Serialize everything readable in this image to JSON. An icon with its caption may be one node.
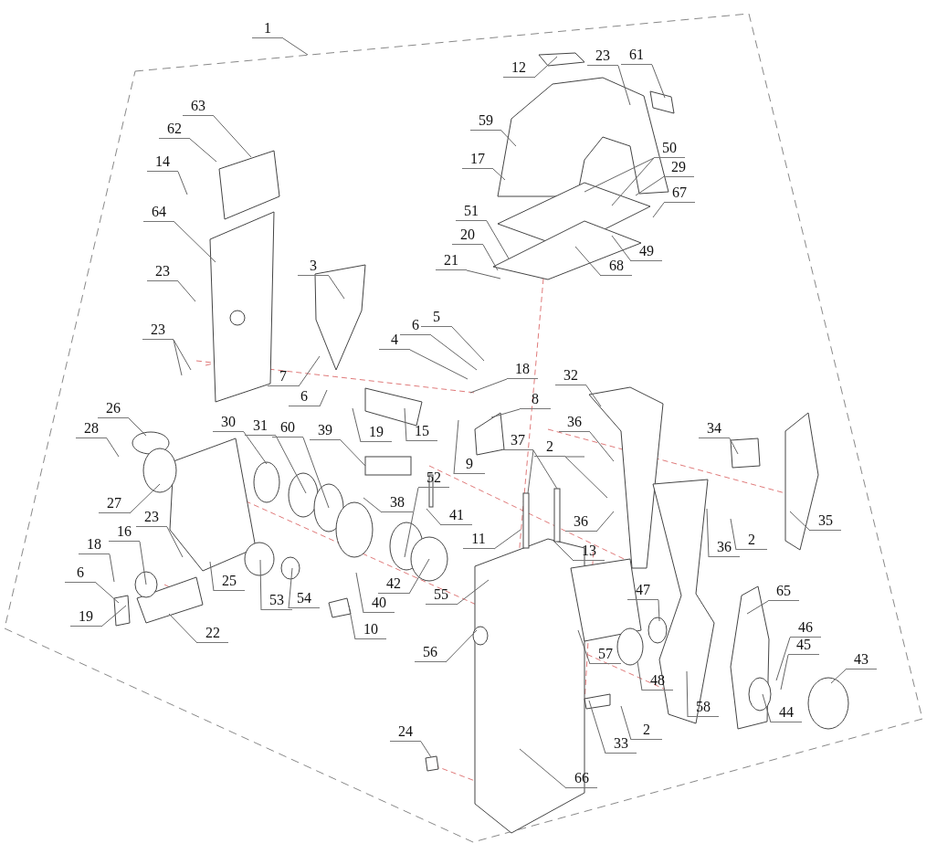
{
  "diagram": {
    "nodes": [
      {
        "text": [
          "1"
        ]
      },
      {
        "text": [
          "23"
        ]
      },
      {
        "text": [
          "61"
        ]
      },
      {
        "text": [
          "12"
        ]
      },
      {
        "text": [
          "63"
        ]
      },
      {
        "text": [
          "59"
        ]
      },
      {
        "text": [
          "62"
        ]
      },
      {
        "text": [
          "50"
        ]
      },
      {
        "text": [
          "17"
        ]
      },
      {
        "text": [
          "14"
        ]
      },
      {
        "text": [
          "29"
        ]
      },
      {
        "text": [
          "67"
        ]
      },
      {
        "text": [
          "51"
        ]
      },
      {
        "text": [
          "64"
        ]
      },
      {
        "text": [
          "20"
        ]
      },
      {
        "text": [
          "49"
        ]
      },
      {
        "text": [
          "21"
        ]
      },
      {
        "text": [
          "3"
        ]
      },
      {
        "text": [
          "68"
        ]
      },
      {
        "text": [
          "23"
        ]
      },
      {
        "text": [
          "5"
        ]
      },
      {
        "text": [
          "6"
        ]
      },
      {
        "text": [
          "23"
        ]
      },
      {
        "text": [
          "4"
        ]
      },
      {
        "text": [
          "18"
        ]
      },
      {
        "text": [
          "32"
        ]
      },
      {
        "text": [
          "7"
        ]
      },
      {
        "text": [
          "6"
        ]
      },
      {
        "text": [
          "8"
        ]
      },
      {
        "text": [
          "26"
        ]
      },
      {
        "text": [
          "30"
        ]
      },
      {
        "text": [
          "36"
        ]
      },
      {
        "text": [
          "31"
        ]
      },
      {
        "text": [
          "60"
        ]
      },
      {
        "text": [
          "34"
        ]
      },
      {
        "text": [
          "28"
        ]
      },
      {
        "text": [
          "39"
        ]
      },
      {
        "text": [
          "19"
        ]
      },
      {
        "text": [
          "15"
        ]
      },
      {
        "text": [
          "37"
        ]
      },
      {
        "text": [
          "2"
        ]
      },
      {
        "text": [
          "9"
        ]
      },
      {
        "text": [
          "52"
        ]
      },
      {
        "text": [
          "38"
        ]
      },
      {
        "text": [
          "27"
        ]
      },
      {
        "text": [
          "41"
        ]
      },
      {
        "text": [
          "23"
        ]
      },
      {
        "text": [
          "35"
        ]
      },
      {
        "text": [
          "36"
        ]
      },
      {
        "text": [
          "16"
        ]
      },
      {
        "text": [
          "11"
        ]
      },
      {
        "text": [
          "2"
        ]
      },
      {
        "text": [
          "18"
        ]
      },
      {
        "text": [
          "36"
        ]
      },
      {
        "text": [
          "13"
        ]
      },
      {
        "text": [
          "6"
        ]
      },
      {
        "text": [
          "25"
        ]
      },
      {
        "text": [
          "42"
        ]
      },
      {
        "text": [
          "65"
        ]
      },
      {
        "text": [
          "47"
        ]
      },
      {
        "text": [
          "55"
        ]
      },
      {
        "text": [
          "53"
        ]
      },
      {
        "text": [
          "54"
        ]
      },
      {
        "text": [
          "40"
        ]
      },
      {
        "text": [
          "19"
        ]
      },
      {
        "text": [
          "46"
        ]
      },
      {
        "text": [
          "10"
        ]
      },
      {
        "text": [
          "22"
        ]
      },
      {
        "text": [
          "45"
        ]
      },
      {
        "text": [
          "56"
        ]
      },
      {
        "text": [
          "57"
        ]
      },
      {
        "text": [
          "43"
        ]
      },
      {
        "text": [
          "48"
        ]
      },
      {
        "text": [
          "58"
        ]
      },
      {
        "text": [
          "44"
        ]
      },
      {
        "text": [
          "2"
        ]
      },
      {
        "text": [
          "24"
        ]
      },
      {
        "text": [
          "33"
        ]
      },
      {
        "text": [
          "66"
        ]
      }
    ],
    "edges": [
      {
        "from": 0,
        "to": null,
        "arrow": "none"
      },
      {
        "from": 1,
        "to": null,
        "arrow": "none"
      },
      {
        "from": 2,
        "to": null,
        "arrow": "none"
      },
      {
        "from": 3,
        "to": null,
        "arrow": "none"
      },
      {
        "from": 4,
        "to": null,
        "arrow": "none"
      },
      {
        "from": 5,
        "to": null,
        "arrow": "none"
      },
      {
        "from": 6,
        "to": null,
        "arrow": "none"
      },
      {
        "from": 7,
        "to": null,
        "arrow": "none"
      },
      {
        "from": 7,
        "to": null,
        "arrow": "none"
      },
      {
        "from": 8,
        "to": null,
        "arrow": "none"
      },
      {
        "from": 9,
        "to": null,
        "arrow": "none"
      },
      {
        "from": 10,
        "to": null,
        "arrow": "none"
      },
      {
        "from": 11,
        "to": null,
        "arrow": "none"
      },
      {
        "from": 12,
        "to": null,
        "arrow": "none"
      },
      {
        "from": 13,
        "to": null,
        "arrow": "none"
      },
      {
        "from": 14,
        "to": null,
        "arrow": "none"
      },
      {
        "from": 15,
        "to": null,
        "arrow": "none"
      },
      {
        "from": 16,
        "to": null,
        "arrow": "none"
      },
      {
        "from": 17,
        "to": null,
        "arrow": "none"
      },
      {
        "from": 18,
        "to": null,
        "arrow": "none"
      },
      {
        "from": 19,
        "to": null,
        "arrow": "none"
      },
      {
        "from": 20,
        "to": null,
        "arrow": "none"
      },
      {
        "from": 21,
        "to": null,
        "arrow": "none"
      },
      {
        "from": 22,
        "to": null,
        "arrow": "none"
      },
      {
        "from": 22,
        "to": null,
        "arrow": "none"
      },
      {
        "from": 23,
        "to": null,
        "arrow": "none"
      },
      {
        "from": 24,
        "to": null,
        "arrow": "none"
      },
      {
        "from": 25,
        "to": null,
        "arrow": "none"
      },
      {
        "from": 26,
        "to": null,
        "arrow": "none"
      },
      {
        "from": 27,
        "to": null,
        "arrow": "none"
      },
      {
        "from": 28,
        "to": null,
        "arrow": "none"
      },
      {
        "from": 29,
        "to": null,
        "arrow": "none"
      },
      {
        "from": 30,
        "to": null,
        "arrow": "none"
      },
      {
        "from": 31,
        "to": null,
        "arrow": "none"
      },
      {
        "from": 32,
        "to": null,
        "arrow": "none"
      },
      {
        "from": 33,
        "to": null,
        "arrow": "none"
      },
      {
        "from": 34,
        "to": null,
        "arrow": "none"
      },
      {
        "from": 35,
        "to": null,
        "arrow": "none"
      },
      {
        "from": 36,
        "to": null,
        "arrow": "none"
      },
      {
        "from": 37,
        "to": null,
        "arrow": "none"
      },
      {
        "from": 38,
        "to": null,
        "arrow": "none"
      },
      {
        "from": 39,
        "to": null,
        "arrow": "none"
      },
      {
        "from": 39,
        "to": null,
        "arrow": "none"
      },
      {
        "from": 40,
        "to": null,
        "arrow": "none"
      },
      {
        "from": 40,
        "to": null,
        "arrow": "none"
      },
      {
        "from": 41,
        "to": null,
        "arrow": "none"
      },
      {
        "from": 42,
        "to": null,
        "arrow": "none"
      },
      {
        "from": 43,
        "to": null,
        "arrow": "none"
      },
      {
        "from": 44,
        "to": null,
        "arrow": "none"
      },
      {
        "from": 45,
        "to": null,
        "arrow": "none"
      },
      {
        "from": 46,
        "to": null,
        "arrow": "none"
      },
      {
        "from": 47,
        "to": null,
        "arrow": "none"
      },
      {
        "from": 48,
        "to": null,
        "arrow": "none"
      },
      {
        "from": 49,
        "to": null,
        "arrow": "none"
      },
      {
        "from": 50,
        "to": null,
        "arrow": "none"
      },
      {
        "from": 51,
        "to": null,
        "arrow": "none"
      },
      {
        "from": 52,
        "to": null,
        "arrow": "none"
      },
      {
        "from": 53,
        "to": null,
        "arrow": "none"
      },
      {
        "from": 54,
        "to": null,
        "arrow": "none"
      },
      {
        "from": 55,
        "to": null,
        "arrow": "none"
      },
      {
        "from": 56,
        "to": null,
        "arrow": "none"
      },
      {
        "from": 57,
        "to": null,
        "arrow": "none"
      },
      {
        "from": 58,
        "to": null,
        "arrow": "none"
      },
      {
        "from": 59,
        "to": null,
        "arrow": "none"
      },
      {
        "from": 60,
        "to": null,
        "arrow": "none"
      },
      {
        "from": 61,
        "to": null,
        "arrow": "none"
      },
      {
        "from": 62,
        "to": null,
        "arrow": "none"
      },
      {
        "from": 63,
        "to": null,
        "arrow": "none"
      },
      {
        "from": 64,
        "to": null,
        "arrow": "none"
      },
      {
        "from": 65,
        "to": null,
        "arrow": "none"
      },
      {
        "from": 66,
        "to": null,
        "arrow": "none"
      },
      {
        "from": 67,
        "to": null,
        "arrow": "none"
      },
      {
        "from": 68,
        "to": null,
        "arrow": "none"
      },
      {
        "from": 69,
        "to": null,
        "arrow": "none"
      },
      {
        "from": 70,
        "to": null,
        "arrow": "none"
      },
      {
        "from": 71,
        "to": null,
        "arrow": "none"
      },
      {
        "from": 72,
        "to": null,
        "arrow": "none"
      },
      {
        "from": 73,
        "to": null,
        "arrow": "none"
      },
      {
        "from": 74,
        "to": null,
        "arrow": "none"
      },
      {
        "from": 75,
        "to": null,
        "arrow": "none"
      },
      {
        "from": 76,
        "to": null,
        "arrow": "none"
      },
      {
        "from": 77,
        "to": null,
        "arrow": "none"
      },
      {
        "from": 78,
        "to": null,
        "arrow": "none"
      }
    ]
  }
}
